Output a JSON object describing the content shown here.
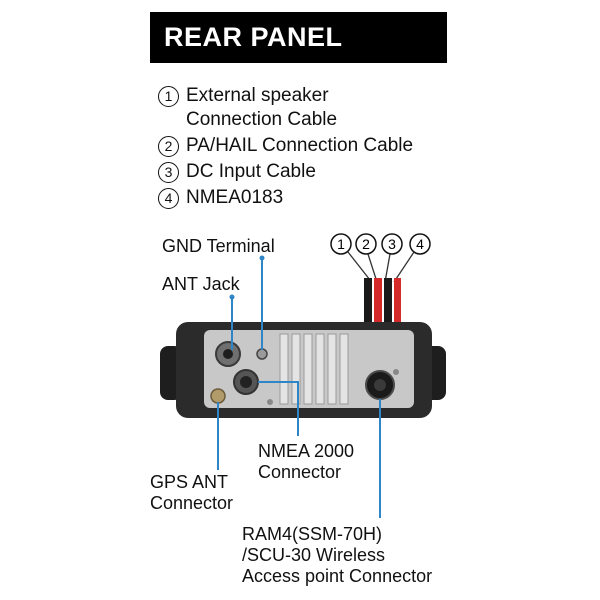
{
  "title": "REAR PANEL",
  "legend": [
    {
      "number": "1",
      "text": "External speaker\nConnection Cable"
    },
    {
      "number": "2",
      "text": "PA/HAIL  Connection Cable"
    },
    {
      "number": "3",
      "text": "DC Input Cable"
    },
    {
      "number": "4",
      "text": "NMEA0183"
    }
  ],
  "cable_markers": [
    "1",
    "2",
    "3",
    "4"
  ],
  "labels": {
    "gnd_terminal": "GND Terminal",
    "ant_jack": "ANT Jack",
    "nmea2000": "NMEA 2000\nConnector",
    "gps_ant": "GPS ANT\nConnector",
    "ram4": "RAM4(SSM-70H)\n/SCU-30 Wireless\nAccess point Connector"
  },
  "colors": {
    "title_bar": "#000000",
    "leader_line": "#2f86c6",
    "cable_red": "#d42a2a",
    "cable_black": "#1a1a1a"
  }
}
